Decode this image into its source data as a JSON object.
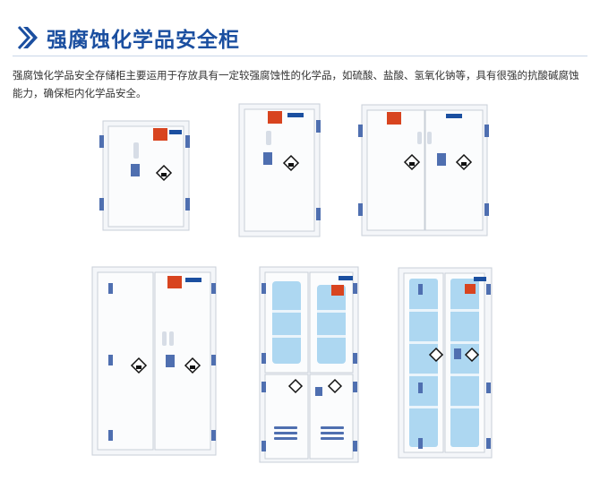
{
  "page": {
    "title": "强腐蚀化学品安全柜",
    "description": "强腐蚀化学品安全存储柜主要运用于存放具有一定较强腐蚀性的化学品，如硫酸、盐酸、氢氧化钠等，具有很强的抗酸碱腐蚀能力，确保柜内化学品安全。"
  },
  "icons": [
    "chevron-right-icon",
    "corrosive-hazard-icon"
  ],
  "colors": {
    "accent": "#1b4fa0",
    "cabinet": "#f4f6f9",
    "hinge": "#4f6fb0",
    "label": "#d8441f",
    "glass": "#9fd0ef"
  },
  "products": [
    {
      "id": "cab-1",
      "variant": "small-single-door"
    },
    {
      "id": "cab-2",
      "variant": "medium-single-door"
    },
    {
      "id": "cab-3",
      "variant": "medium-double-door"
    },
    {
      "id": "cab-4",
      "variant": "tall-double-door"
    },
    {
      "id": "cab-5",
      "variant": "tall-glass-upper-doors"
    },
    {
      "id": "cab-6",
      "variant": "tall-full-glass-doors"
    }
  ]
}
